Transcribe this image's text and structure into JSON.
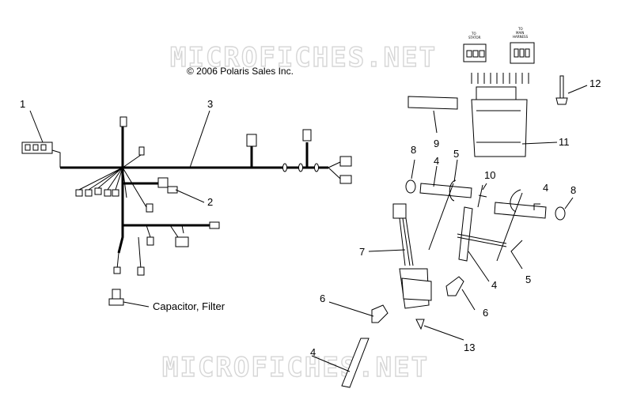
{
  "watermark": "MICROFICHES.NET",
  "copyright": "© 2006 Polaris Sales Inc.",
  "capacitor_label": "Capacitor, Filter",
  "connector_labels": {
    "stator": [
      "TO",
      "STATOR"
    ],
    "main_harness": [
      "TO",
      "MAIN",
      "HARNESS"
    ]
  },
  "callouts": {
    "c1": "1",
    "c2": "2",
    "c3": "3",
    "c4a": "4",
    "c4b": "4",
    "c4c": "4",
    "c4d": "4",
    "c5a": "5",
    "c5b": "5",
    "c6a": "6",
    "c6b": "6",
    "c7": "7",
    "c8a": "8",
    "c8b": "8",
    "c9": "9",
    "c10": "10",
    "c11": "11",
    "c12": "12",
    "c13": "13"
  }
}
